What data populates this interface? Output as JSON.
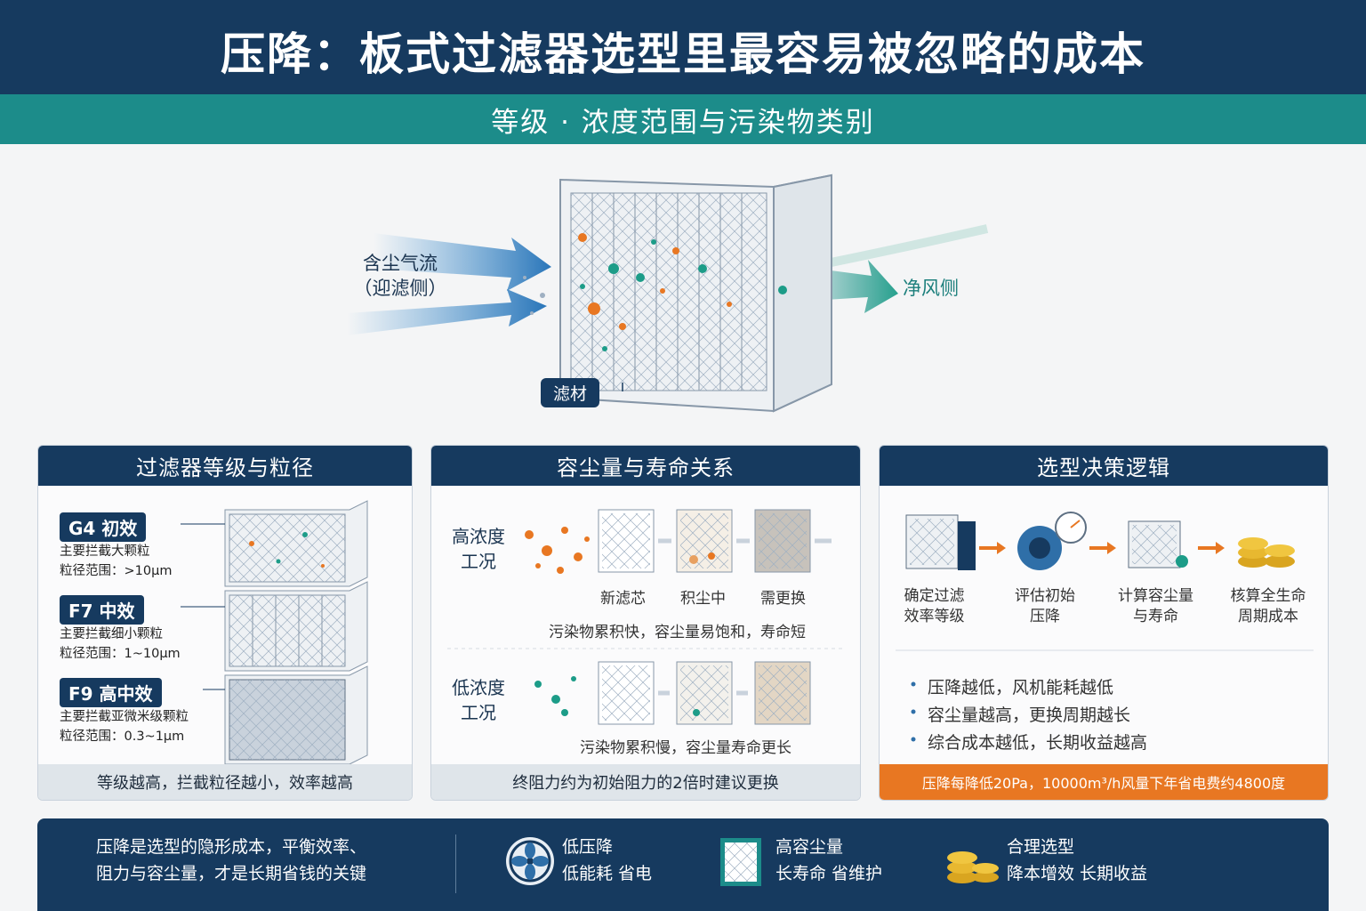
{
  "title": "压降：板式过滤器选型里最容易被忽略的成本",
  "subtitle": "等级 · 浓度范围与污染物类别",
  "hero": {
    "dusty_air_line1": "含尘气流",
    "dusty_air_line2": "（迎滤侧）",
    "clean_side": "净风侧",
    "media_tag": "滤材"
  },
  "panel_grades": {
    "title": "过滤器等级与粒径",
    "items": [
      {
        "label": "G4 初效",
        "desc": "主要拦截大颗粒",
        "range": "粒径范围：>10μm"
      },
      {
        "label": "F7 中效",
        "desc": "主要拦截细小颗粒",
        "range": "粒径范围：1~10μm"
      },
      {
        "label": "F9 高中效",
        "desc": "主要拦截亚微米级颗粒",
        "range": "粒径范围：0.3~1μm"
      }
    ],
    "footer": "等级越高，拦截粒径越小，效率越高"
  },
  "panel_dust": {
    "title": "容尘量与寿命关系",
    "high": {
      "label_line1": "高浓度",
      "label_line2": "工况",
      "stages": [
        "新滤芯",
        "积尘中",
        "需更换"
      ],
      "note": "污染物累积快，容尘量易饱和，寿命短"
    },
    "low": {
      "label_line1": "低浓度",
      "label_line2": "工况",
      "note": "污染物累积慢，容尘量寿命更长"
    },
    "footer": "终阻力约为初始阻力的2倍时建议更换"
  },
  "panel_logic": {
    "title": "选型决策逻辑",
    "steps": [
      {
        "line1": "确定过滤",
        "line2": "效率等级"
      },
      {
        "line1": "评估初始",
        "line2": "压降"
      },
      {
        "line1": "计算容尘量",
        "line2": "与寿命"
      },
      {
        "line1": "核算全生命",
        "line2": "周期成本"
      }
    ],
    "bullets": [
      "压降越低，风机能耗越低",
      "容尘量越高，更换周期越长",
      "综合成本越低，长期收益越高"
    ],
    "highlight": "压降每降低20Pa，10000m³/h风量下年省电费约4800度"
  },
  "bottom": {
    "summary_line1": "压降是选型的隐形成本，平衡效率、",
    "summary_line2": "阻力与容尘量，才是长期省钱的关键",
    "benefits": [
      {
        "title": "低压降",
        "desc": "低能耗 省电",
        "icon": "fan-icon"
      },
      {
        "title": "高容尘量",
        "desc": "长寿命 省维护",
        "icon": "filter-icon"
      },
      {
        "title": "合理选型",
        "desc": "降本增效 长期收益",
        "icon": "coins-icon"
      }
    ]
  },
  "colors": {
    "navy": "#163a5f",
    "teal": "#1c8c8a",
    "orange": "#e87722",
    "blue_arrow": "#3a8fd0"
  }
}
